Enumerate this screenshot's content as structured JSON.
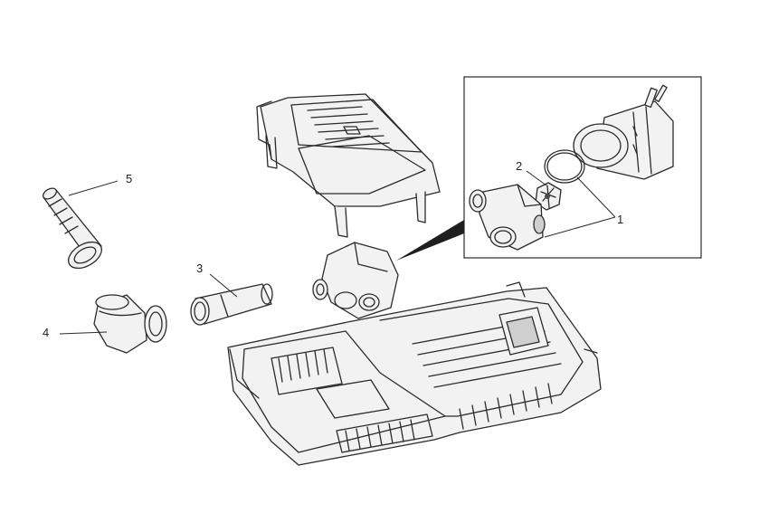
{
  "diagram": {
    "callouts": [
      {
        "id": "1",
        "label": "1"
      },
      {
        "id": "2",
        "label": "2"
      },
      {
        "id": "3",
        "label": "3"
      },
      {
        "id": "4",
        "label": "4"
      },
      {
        "id": "5",
        "label": "5"
      }
    ],
    "colors": {
      "line": "#2b2b2b",
      "part_fill": "#f2f2f2",
      "shade": "#cfcfcf",
      "detail_bg": "#ffffff"
    }
  }
}
